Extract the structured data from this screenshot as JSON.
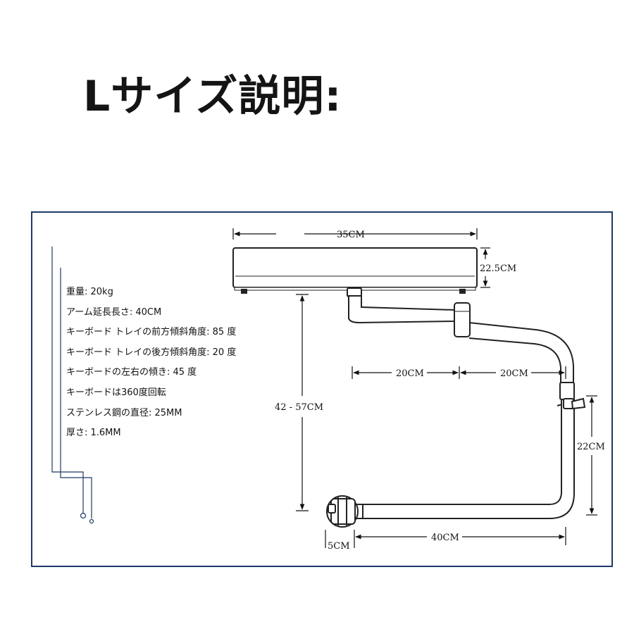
{
  "title": "Lサイズ説明:",
  "specs": [
    "重量: 20kg",
    "アーム延長長さ: 40CM",
    "キーボード トレイの前方傾斜角度: 85 度",
    "キーボード トレイの後方傾斜角度: 20 度",
    "キーボードの左右の傾き: 45 度",
    "キーボードは360度回転",
    "ステンレス鋼の直径: 25MM",
    "厚さ: 1.6MM"
  ],
  "dimensions": {
    "tray_width": "35CM",
    "tray_height": "22.5CM",
    "arm_segment_left": "20CM",
    "arm_segment_right": "20CM",
    "height_range": "42 - 57CM",
    "vertical_post": "22CM",
    "base_arm": "40CM",
    "clamp_width": "5CM"
  },
  "colors": {
    "frame_border": "#1e3a68",
    "accent_lines": "#1e3a68"
  }
}
